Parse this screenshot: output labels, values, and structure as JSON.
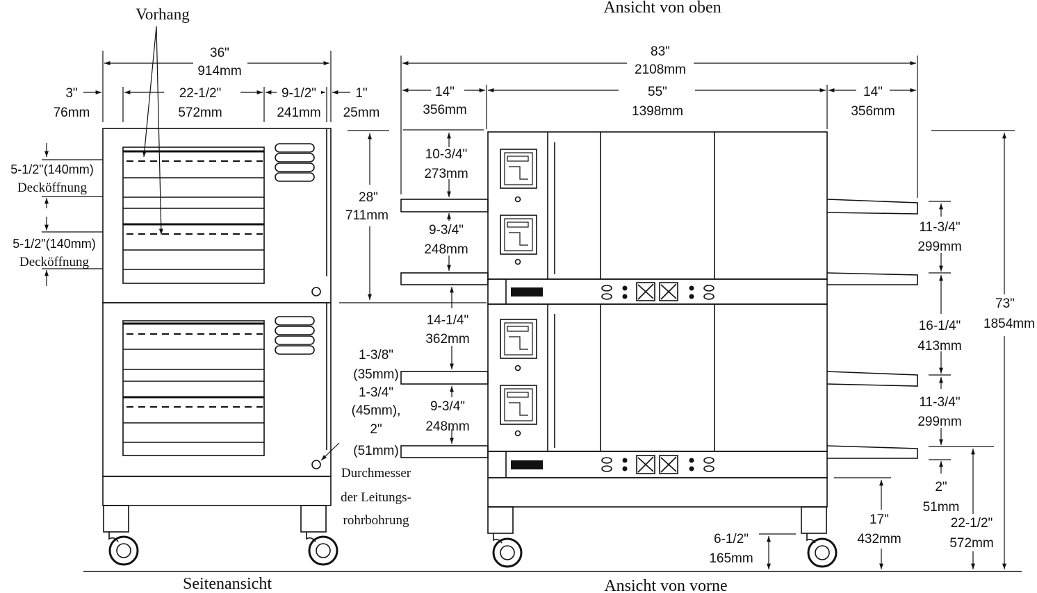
{
  "views": {
    "top": "Ansicht von oben",
    "side": "Seitenansicht",
    "front": "Ansicht von vorne"
  },
  "callouts": {
    "curtain": "Vorhang",
    "deck1_value": "5-1/2\"(140mm)",
    "deck1_label": "Decköffnung",
    "deck2_value": "5-1/2\"(140mm)",
    "deck2_label": "Decköffnung",
    "conduit_1": "Durchmesser",
    "conduit_2": "der Leitungs-",
    "conduit_3": "rohrbohrung"
  },
  "side_dims": {
    "total_in": "36\"",
    "total_mm": "914mm",
    "left_in": "3\"",
    "left_mm": "76mm",
    "belt_in": "22-1/2\"",
    "belt_mm": "572mm",
    "panel_in": "9-1/2\"",
    "panel_mm": "241mm",
    "right_in": "1\"",
    "right_mm": "25mm"
  },
  "front_dims": {
    "total_in": "83\"",
    "total_mm": "2108mm",
    "left_ext_in": "14\"",
    "left_ext_mm": "356mm",
    "body_in": "55\"",
    "body_mm": "1398mm",
    "right_ext_in": "14\"",
    "right_ext_mm": "356mm",
    "top_gap_in": "10-3/4\"",
    "top_gap_mm": "273mm",
    "upper_oven_in": "28\"",
    "upper_oven_mm": "711mm",
    "upper_space_in": "9-3/4\"",
    "upper_space_mm": "248mm",
    "mid_gap_in": "14-1/4\"",
    "mid_gap_mm": "362mm",
    "conv1_in": "1-3/8\"",
    "conv1_mm": "(35mm)",
    "conv2_in": "1-3/4\"",
    "conv2_mm": "(45mm),",
    "conv3_in": "2\"",
    "conv3_mm": "(51mm)",
    "lower_space_in": "9-3/4\"",
    "lower_space_mm": "248mm",
    "r_upper_in": "11-3/4\"",
    "r_upper_mm": "299mm",
    "r_mid_in": "16-1/4\"",
    "r_mid_mm": "413mm",
    "r_lower_in": "11-3/4\"",
    "r_lower_mm": "299mm",
    "r_bottom_in": "2\"",
    "r_bottom_mm": "51mm",
    "total_h_in": "73\"",
    "total_h_mm": "1854mm",
    "floor_conv_in": "22-1/2\"",
    "floor_conv_mm": "572mm",
    "floor_base_in": "17\"",
    "floor_base_mm": "432mm",
    "leg_in": "6-1/2\"",
    "leg_mm": "165mm"
  }
}
